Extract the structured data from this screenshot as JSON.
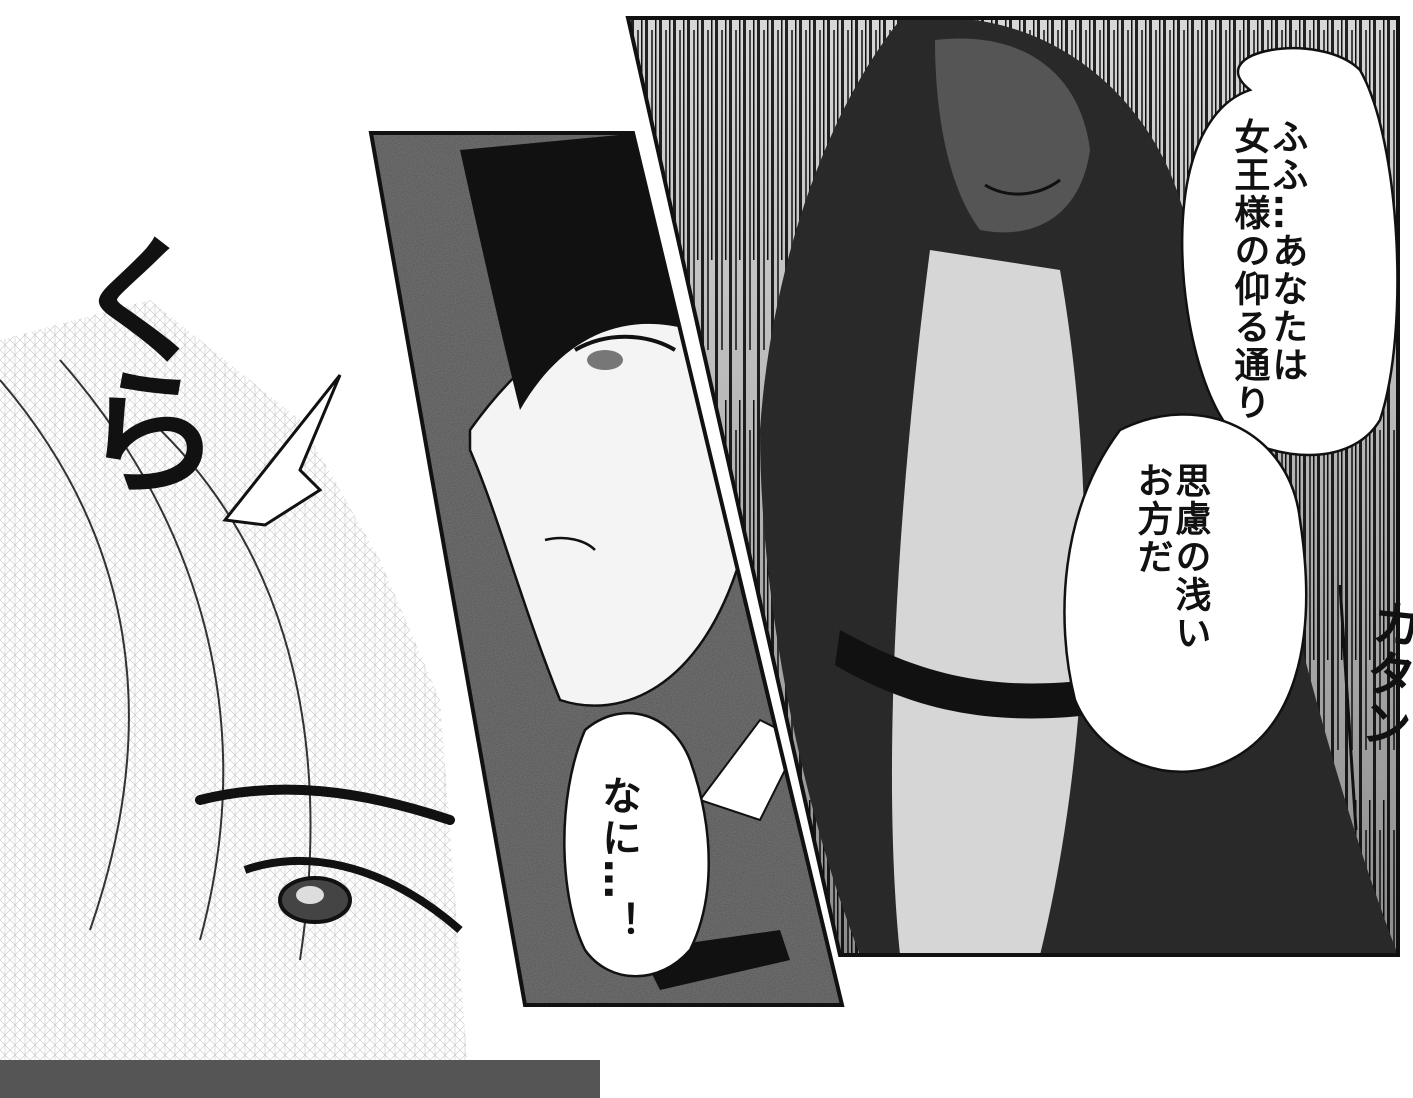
{
  "dialogue": {
    "hooded_figure": {
      "bubble_1": [
        "ふふ…あなたは",
        "女王様の仰る通り"
      ],
      "bubble_2": [
        "思慮の浅い",
        "お方だ"
      ]
    },
    "dark_haired_man": {
      "bubble": "なに…！"
    }
  },
  "sound_effects": {
    "door": "カタン",
    "dizzy": "くら"
  }
}
